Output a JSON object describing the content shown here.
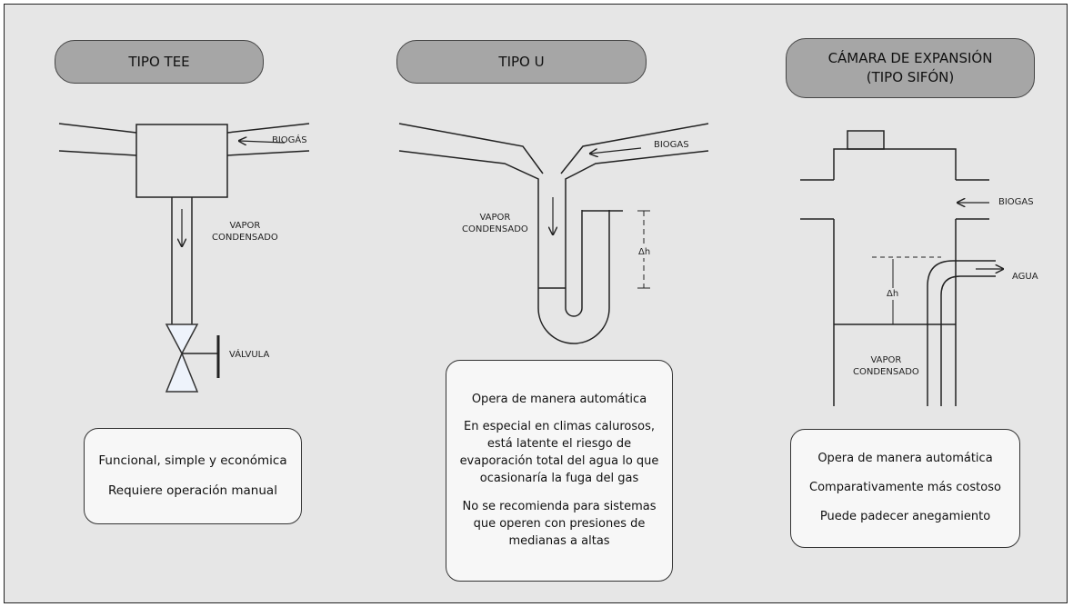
{
  "headers": {
    "tee": "TIPO TEE",
    "u": "TIPO U",
    "camara_line1": "CÁMARA DE EXPANSIÓN",
    "camara_line2": "(TIPO SIFÓN)"
  },
  "tee": {
    "biogas": "BIOGÁS",
    "vapor_line1": "VAPOR",
    "vapor_line2": "CONDENSADO",
    "valvula": "VÁLVULA",
    "notes": [
      "Funcional, simple y económica",
      "Requiere operación manual"
    ]
  },
  "u": {
    "biogas": "BIOGAS",
    "vapor_line1": "VAPOR",
    "vapor_line2": "CONDENSADO",
    "dh": "Δh",
    "notes": [
      "Opera de manera automática",
      "En especial en climas calurosos,",
      "está latente el riesgo de",
      "evaporación total del agua lo que",
      "ocasionaría la fuga del gas",
      "No se recomienda para sistemas",
      "que operen con presiones de",
      "medianas a altas"
    ]
  },
  "camara": {
    "biogas": "BIOGAS",
    "agua": "AGUA",
    "dh": "Δh",
    "vapor_line1": "VAPOR",
    "vapor_line2": "CONDENSADO",
    "notes": [
      "Opera de manera automática",
      "Comparativamente más costoso",
      "Puede padecer anegamiento"
    ]
  },
  "colors": {
    "background": "#e6e6e6",
    "pill": "#a6a6a6",
    "note": "#f7f7f7",
    "valve": "#eef3fb",
    "line": "#222222"
  }
}
